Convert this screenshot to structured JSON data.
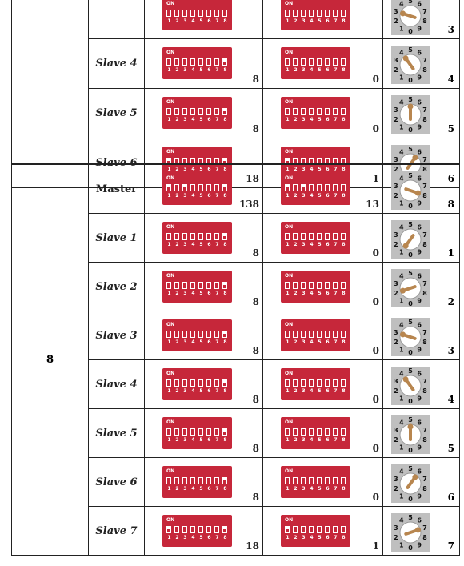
{
  "on_label": "ON",
  "switch_numbers": [
    "1",
    "2",
    "3",
    "4",
    "5",
    "6",
    "7",
    "8"
  ],
  "rotary_digits": [
    "0",
    "1",
    "2",
    "3",
    "4",
    "5",
    "6",
    "7",
    "8",
    "9"
  ],
  "group_label": "8",
  "colors": {
    "dip": "#c6273a",
    "rotary_bg": "#bfbfbf",
    "arrow": "#b8864f"
  },
  "top_rows": [
    {
      "name": "",
      "a_value": "",
      "b_value": "",
      "rot_value": "3",
      "a_bits": [
        0,
        0,
        0,
        0,
        0,
        0,
        0,
        0
      ],
      "b_bits": [
        0,
        0,
        0,
        0,
        0,
        0,
        0,
        0
      ]
    },
    {
      "name": "Slave 4",
      "a_value": "8",
      "b_value": "0",
      "rot_value": "4",
      "a_bits": [
        0,
        0,
        0,
        0,
        0,
        0,
        0,
        1
      ],
      "b_bits": [
        0,
        0,
        0,
        0,
        0,
        0,
        0,
        0
      ]
    },
    {
      "name": "Slave 5",
      "a_value": "8",
      "b_value": "0",
      "rot_value": "5",
      "a_bits": [
        0,
        0,
        0,
        0,
        0,
        0,
        0,
        1
      ],
      "b_bits": [
        0,
        0,
        0,
        0,
        0,
        0,
        0,
        0
      ]
    },
    {
      "name": "Slave 6",
      "a_value": "18",
      "b_value": "1",
      "rot_value": "6",
      "a_bits": [
        1,
        0,
        0,
        0,
        0,
        0,
        0,
        1
      ],
      "b_bits": [
        1,
        0,
        0,
        0,
        0,
        0,
        0,
        0
      ]
    }
  ],
  "rows": [
    {
      "name": "Master",
      "a_value": "138",
      "b_value": "13",
      "rot_value": "8",
      "a_bits": [
        1,
        0,
        1,
        0,
        0,
        0,
        0,
        1
      ],
      "b_bits": [
        1,
        0,
        1,
        0,
        0,
        0,
        0,
        0
      ]
    },
    {
      "name": "Slave 1",
      "a_value": "8",
      "b_value": "0",
      "rot_value": "1",
      "a_bits": [
        0,
        0,
        0,
        0,
        0,
        0,
        0,
        1
      ],
      "b_bits": [
        0,
        0,
        0,
        0,
        0,
        0,
        0,
        0
      ]
    },
    {
      "name": "Slave 2",
      "a_value": "8",
      "b_value": "0",
      "rot_value": "2",
      "a_bits": [
        0,
        0,
        0,
        0,
        0,
        0,
        0,
        1
      ],
      "b_bits": [
        0,
        0,
        0,
        0,
        0,
        0,
        0,
        0
      ]
    },
    {
      "name": "Slave 3",
      "a_value": "8",
      "b_value": "0",
      "rot_value": "3",
      "a_bits": [
        0,
        0,
        0,
        0,
        0,
        0,
        0,
        1
      ],
      "b_bits": [
        0,
        0,
        0,
        0,
        0,
        0,
        0,
        0
      ]
    },
    {
      "name": "Slave 4",
      "a_value": "8",
      "b_value": "0",
      "rot_value": "4",
      "a_bits": [
        0,
        0,
        0,
        0,
        0,
        0,
        0,
        1
      ],
      "b_bits": [
        0,
        0,
        0,
        0,
        0,
        0,
        0,
        0
      ]
    },
    {
      "name": "Slave 5",
      "a_value": "8",
      "b_value": "0",
      "rot_value": "5",
      "a_bits": [
        0,
        0,
        0,
        0,
        0,
        0,
        0,
        1
      ],
      "b_bits": [
        0,
        0,
        0,
        0,
        0,
        0,
        0,
        0
      ]
    },
    {
      "name": "Slave 6",
      "a_value": "8",
      "b_value": "0",
      "rot_value": "6",
      "a_bits": [
        0,
        0,
        0,
        0,
        0,
        0,
        0,
        1
      ],
      "b_bits": [
        0,
        0,
        0,
        0,
        0,
        0,
        0,
        0
      ]
    },
    {
      "name": "Slave 7",
      "a_value": "18",
      "b_value": "1",
      "rot_value": "7",
      "a_bits": [
        1,
        0,
        0,
        0,
        0,
        0,
        0,
        1
      ],
      "b_bits": [
        1,
        0,
        0,
        0,
        0,
        0,
        0,
        0
      ]
    }
  ]
}
